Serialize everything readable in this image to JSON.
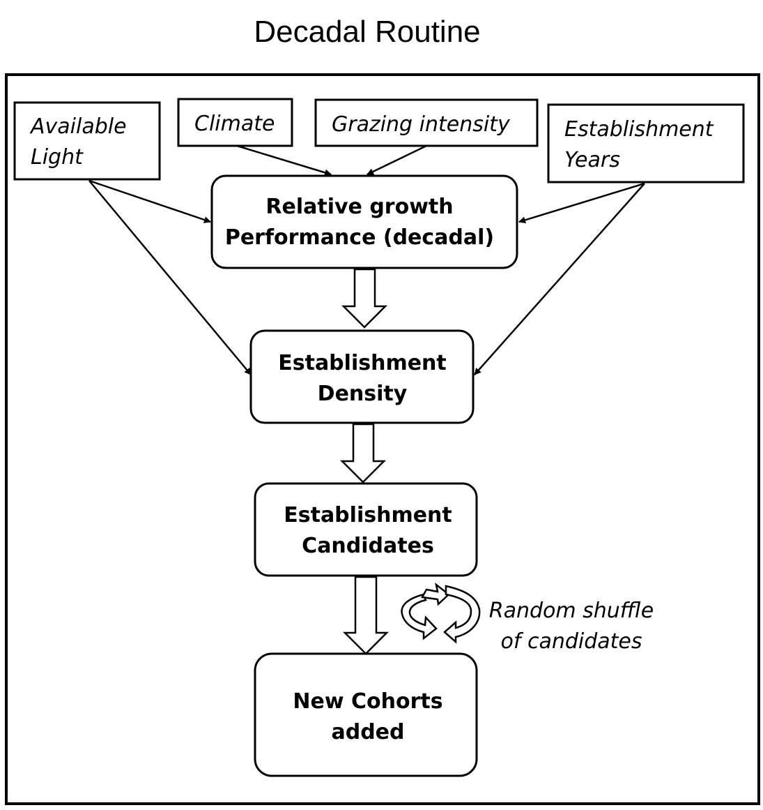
{
  "title": "Decadal Routine",
  "inputs": {
    "available_light": [
      "Available",
      "Light"
    ],
    "climate": "Climate",
    "grazing_intensity": "Grazing intensity",
    "establishment_years": [
      "Establishment",
      "Years"
    ]
  },
  "process": {
    "relative_growth": [
      "Relative growth",
      "Performance (decadal)"
    ],
    "establishment_density": [
      "Establishment",
      "Density"
    ],
    "establishment_candidates": [
      "Establishment",
      "Candidates"
    ],
    "new_cohorts": [
      "New Cohorts",
      "added"
    ]
  },
  "shuffle_note": [
    "Random shuffle",
    "of candidates"
  ]
}
